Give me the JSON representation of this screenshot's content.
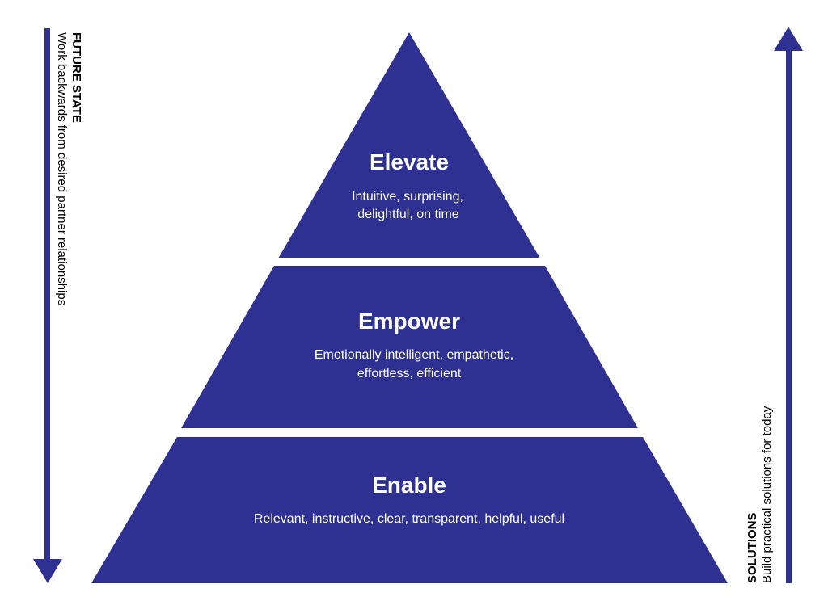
{
  "colors": {
    "primary": "#2e3192",
    "text_on_primary": "#ffffff",
    "side_text": "#000000"
  },
  "tiers": [
    {
      "title": "Elevate",
      "description": [
        "Intuitive, surprising,",
        "delightful, on time"
      ]
    },
    {
      "title": "Empower",
      "description": [
        "Emotionally intelligent, empathetic,",
        "effortless, efficient"
      ]
    },
    {
      "title": "Enable",
      "description": [
        "Relevant, instructive, clear, transparent, helpful, useful"
      ]
    }
  ],
  "left_arrow": {
    "direction": "down",
    "title": "FUTURE STATE",
    "description": "Work backwards from desired partner relationships"
  },
  "right_arrow": {
    "direction": "up",
    "title": "SOLUTIONS",
    "description": "Build practical solutions for today"
  }
}
